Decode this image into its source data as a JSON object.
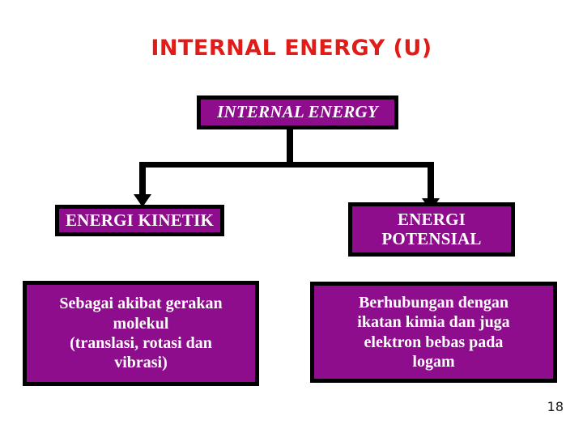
{
  "slide": {
    "title": "INTERNAL ENERGY (U)",
    "title_color": "#e01b18",
    "page_number": "18",
    "background_color": "#ffffff"
  },
  "theme": {
    "box_fill": "#8E0D8C",
    "box_border": "#000000",
    "box_text": "#ffffff",
    "connector_color": "#000000"
  },
  "diagram": {
    "root": {
      "label": "INTERNAL ENERGY"
    },
    "branches": [
      {
        "id": "kinetic",
        "label": "ENERGI KINETIK",
        "description": "Sebagai akibat gerakan\nmolekul\n(translasi, rotasi dan\nvibrasi)"
      },
      {
        "id": "potential",
        "label": "ENERGI\nPOTENSIAL",
        "description": "Berhubungan dengan\nikatan kimia dan juga\nelektron bebas pada\nlogam"
      }
    ]
  }
}
